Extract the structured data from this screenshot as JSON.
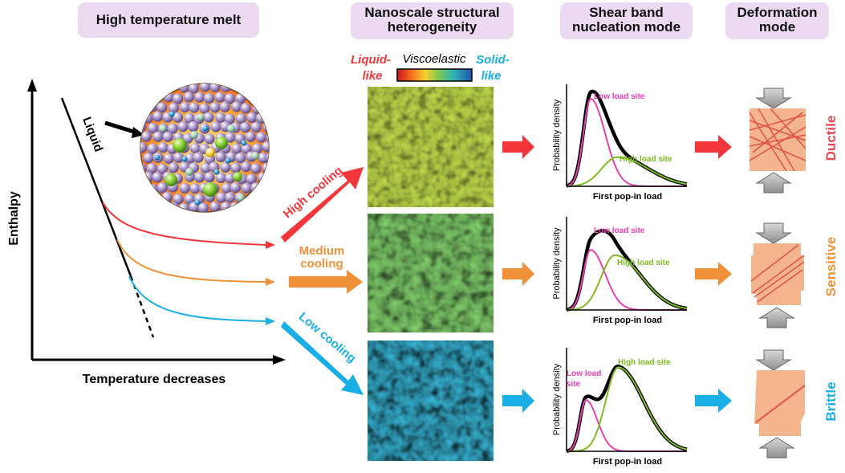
{
  "headers": {
    "melt": "High temperature melt",
    "hetero_l1": "Nanoscale structural",
    "hetero_l2": "heterogeneity",
    "shear_l1": "Shear band",
    "shear_l2": "nucleation mode",
    "deform_l1": "Deformation",
    "deform_l2": "mode"
  },
  "enthalpy_plot": {
    "ylabel": "Enthalpy",
    "xlabel": "Temperature decreases",
    "liquid_label": "Liquid"
  },
  "cooling": {
    "high": "High cooling",
    "medium_l1": "Medium",
    "medium_l2": "cooling",
    "low": "Low cooling"
  },
  "colorbar": {
    "liquid_l1": "Liquid-",
    "liquid_l2": "like",
    "middle": "Viscoelastic",
    "solid_l1": "Solid-",
    "solid_l2": "like"
  },
  "density_plots": {
    "ylabel": "Probability density",
    "xlabel": "First pop-in load",
    "low_site": "Low load site",
    "high_site": "High load site",
    "low_site_l1": "Low load",
    "low_site_l2": "site"
  },
  "modes": {
    "ductile": "Ductile",
    "sensitive": "Sensitive",
    "brittle": "Brittle"
  },
  "colors": {
    "high": "#f2363a",
    "medium": "#f0913a",
    "low": "#1aaee6",
    "pink": "#e83fb0",
    "green": "#7dbb22",
    "header_bg": "#ecd9f2",
    "block": "#f4b48c"
  }
}
